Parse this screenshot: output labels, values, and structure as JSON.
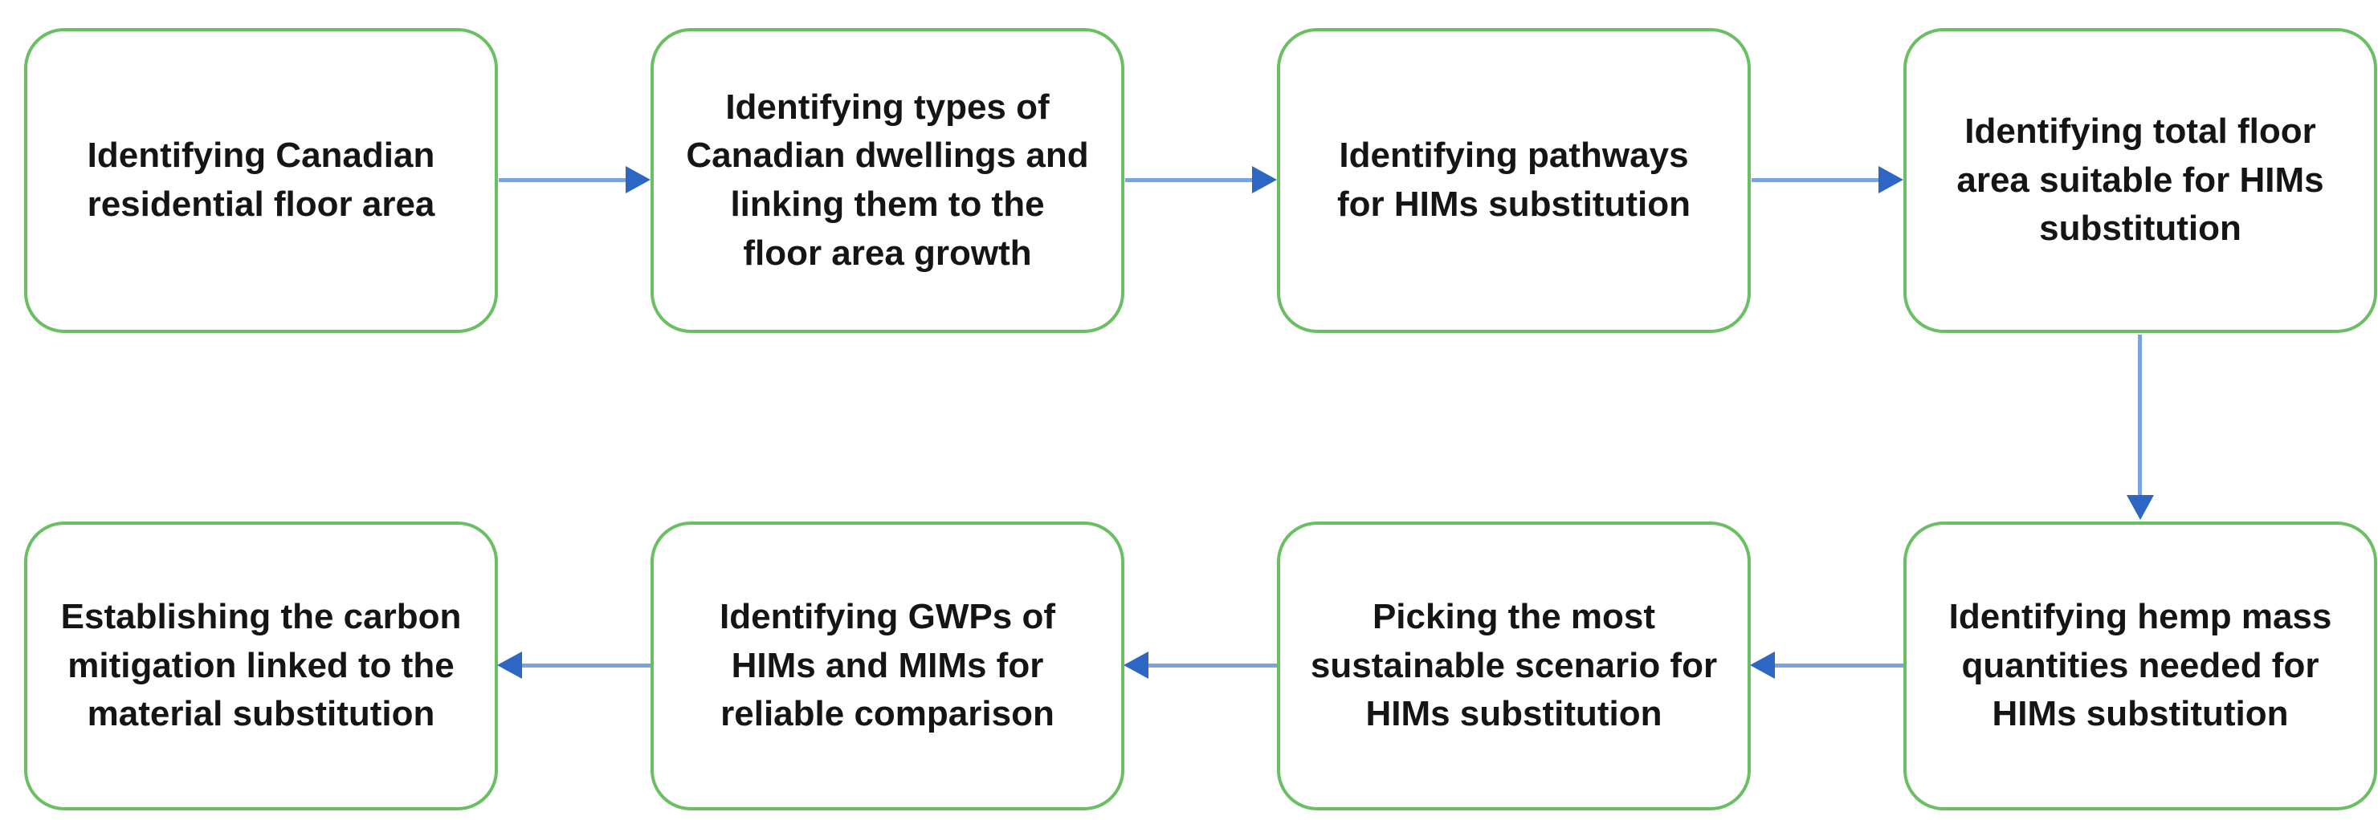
{
  "colors": {
    "box-border": "#69bf61",
    "arrow-line": "#7ba3e2",
    "arrow-head": "#2d67c3",
    "text": "#151515",
    "bg": "#ffffff"
  },
  "flowchart": {
    "boxes": [
      {
        "id": "residential-floor-area",
        "label": "Identifying Canadian\nresidential floor area"
      },
      {
        "id": "dwelling-types",
        "label": "Identifying types of\nCanadian dwellings and\nlinking them to the\nfloor area growth"
      },
      {
        "id": "pathways",
        "label": "Identifying pathways\nfor HIMs substitution"
      },
      {
        "id": "total-floor-area",
        "label": "Identifying total floor\narea suitable for HIMs\nsubstitution"
      },
      {
        "id": "hemp-mass",
        "label": "Identifying hemp mass\nquantities needed for\nHIMs substitution"
      },
      {
        "id": "sustainable-scenario",
        "label": "Picking the most\nsustainable scenario for\nHIMs substitution"
      },
      {
        "id": "gwps-comparison",
        "label": "Identifying GWPs of\nHIMs and MIMs for\nreliable comparison"
      },
      {
        "id": "carbon-mitigation",
        "label": "Establishing the carbon\nmitigation linked to the\nmaterial substitution"
      }
    ],
    "connections": [
      {
        "from": "residential-floor-area",
        "to": "dwelling-types",
        "direction": "right"
      },
      {
        "from": "dwelling-types",
        "to": "pathways",
        "direction": "right"
      },
      {
        "from": "pathways",
        "to": "total-floor-area",
        "direction": "right"
      },
      {
        "from": "total-floor-area",
        "to": "hemp-mass",
        "direction": "down"
      },
      {
        "from": "hemp-mass",
        "to": "sustainable-scenario",
        "direction": "left"
      },
      {
        "from": "sustainable-scenario",
        "to": "gwps-comparison",
        "direction": "left"
      },
      {
        "from": "gwps-comparison",
        "to": "carbon-mitigation",
        "direction": "left"
      }
    ]
  }
}
